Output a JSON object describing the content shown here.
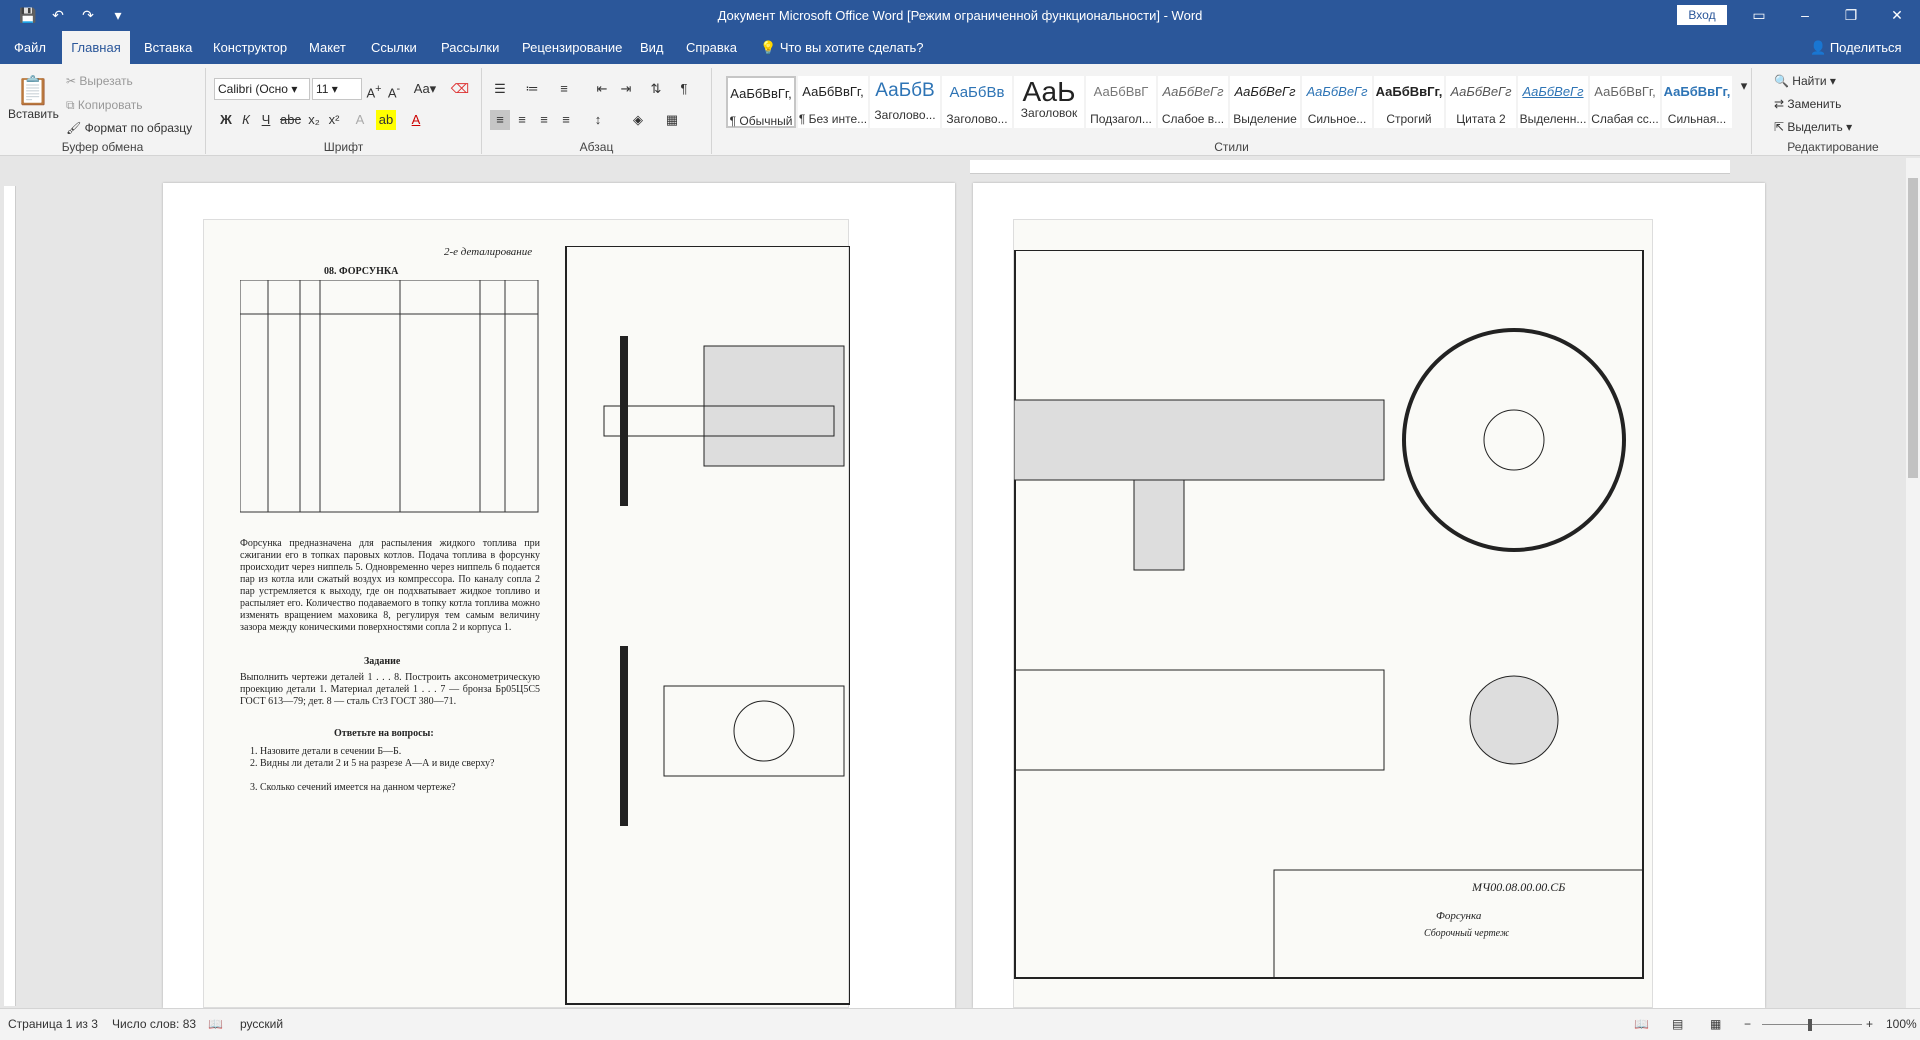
{
  "title": "Документ Microsoft Office Word [Режим ограниченной функциональности]  -  Word",
  "signin": "Вход",
  "tabs": [
    "Файл",
    "Главная",
    "Вставка",
    "Конструктор",
    "Макет",
    "Ссылки",
    "Рассылки",
    "Рецензирование",
    "Вид",
    "Справка"
  ],
  "tellme": "Что вы хотите сделать?",
  "share": "Поделиться",
  "clipboard": {
    "paste": "Вставить",
    "cut": "Вырезать",
    "copy": "Копировать",
    "format": "Формат по образцу",
    "label": "Буфер обмена"
  },
  "font": {
    "name": "Calibri (Осно",
    "size": "11",
    "label": "Шрифт"
  },
  "paragraph_label": "Абзац",
  "styles_label": "Стили",
  "editing": {
    "find": "Найти",
    "replace": "Заменить",
    "select": "Выделить",
    "label": "Редактирование"
  },
  "styles": [
    {
      "pv": "АаБбВвГг,",
      "nm": "¶ Обычный"
    },
    {
      "pv": "АаБбВвГг,",
      "nm": "¶ Без инте..."
    },
    {
      "pv": "АаБбВ",
      "nm": "Заголово..."
    },
    {
      "pv": "АаБбВв",
      "nm": "Заголово..."
    },
    {
      "pv": "АаЬ",
      "nm": "Заголовок"
    },
    {
      "pv": "АаБбВвГ",
      "nm": "Подзагол..."
    },
    {
      "pv": "АаБбВеГг",
      "nm": "Слабое в..."
    },
    {
      "pv": "АаБбВеГг",
      "nm": "Выделение"
    },
    {
      "pv": "АаБбВеГг",
      "nm": "Сильное..."
    },
    {
      "pv": "АаБбВвГг,",
      "nm": "Строгий"
    },
    {
      "pv": "АаБбВеГг",
      "nm": "Цитата 2"
    },
    {
      "pv": "АаБбВеГг",
      "nm": "Выделенн..."
    },
    {
      "pv": "АаБбВвГг,",
      "nm": "Слабая сс..."
    },
    {
      "pv": "АаБбВвГг,",
      "nm": "Сильная..."
    }
  ],
  "doc": {
    "header_right": "2-е деталирование",
    "heading": "08. ФОРСУНКА",
    "para": "Форсунка предназначена для распыления жидкого топлива при сжигании его в топках паровых котлов. Подача топлива в форсунку происходит через ниппель 5. Одновременно через ниппель 6 подается пар из котла или сжатый воздух из компрессора. По каналу сопла 2 пар устремляется к выходу, где он подхватывает жидкое топливо и распыляет его. Количество подаваемого в топку котла топлива можно изменять вращением маховика 8, регулируя тем самым величину зазора между коническими поверхностями сопла 2 и корпуса 1.",
    "task_h": "Задание",
    "task": "Выполнить чертежи деталей 1 . . . 8. Построить аксонометрическую проекцию детали 1. Материал деталей 1 . . . 7 — бронза Бр05Ц5С5 ГОСТ 613—79; дет. 8 — сталь Ст3 ГОСТ 380—71.",
    "q_h": "Ответьте на вопросы:",
    "q1": "1. Назовите детали в сечении Б—Б.",
    "q2": "2. Видны ли детали 2 и 5 на разрезе А—А и виде сверху?",
    "q3": "3. Сколько сечений имеется на данном чертеже?",
    "stamp": "МЧ00.08.00.00.СБ",
    "stamp_name": "Форсунка",
    "stamp_sub": "Сборочный чертеж"
  },
  "status": {
    "page": "Страница 1 из 3",
    "words": "Число слов: 83",
    "lang": "русский",
    "zoom": "100%"
  }
}
